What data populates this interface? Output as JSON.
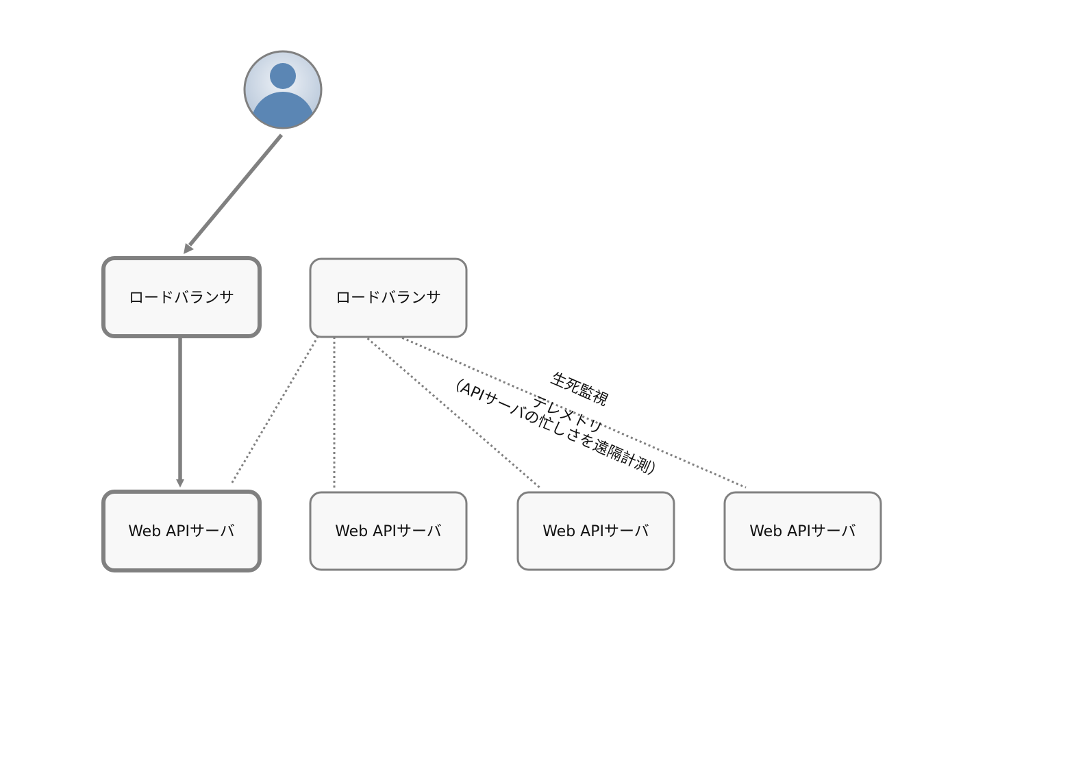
{
  "colors": {
    "stroke": "#808080",
    "node_fill": "#f8f8f8",
    "user_icon": "#5b86b4",
    "user_bg_light": "#e9eef5",
    "user_bg_dark": "#b9c8da",
    "text": "#111111"
  },
  "user": {
    "icon": "user-icon"
  },
  "load_balancers": [
    {
      "label": "ロードバランサ"
    },
    {
      "label": "ロードバランサ"
    }
  ],
  "servers": [
    {
      "label": "Web APIサーバ"
    },
    {
      "label": "Web APIサーバ"
    },
    {
      "label": "Web APIサーバ"
    },
    {
      "label": "Web APIサーバ"
    }
  ],
  "edges": {
    "health_check_label": "生死監視",
    "telemetry_label": "テレメトリ",
    "telemetry_note": "（APIサーバの忙しさを遠隔計測）"
  }
}
